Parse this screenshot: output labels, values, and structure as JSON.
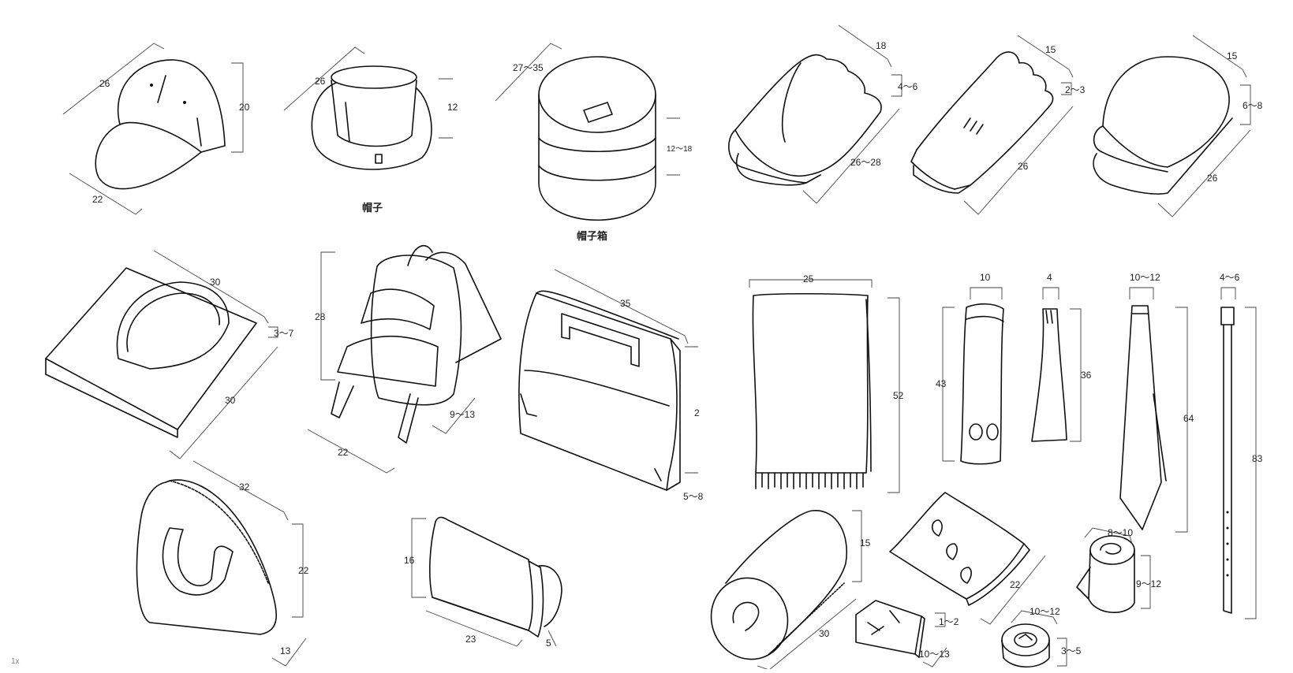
{
  "captions": {
    "hat": "帽子",
    "hatbox": "帽子箱"
  },
  "dims": {
    "cap_a": "26",
    "cap_b": "20",
    "cap_c": "22",
    "hat_a": "26",
    "hat_b": "12",
    "box_a": "27～35",
    "box_b": "12～18",
    "glove1_a": "18",
    "glove1_b": "4～6",
    "glove1_c": "26～28",
    "glove2_a": "15",
    "glove2_b": "2～3",
    "glove2_c": "26",
    "mitt_a": "15",
    "mitt_b": "6～8",
    "mitt_c": "26",
    "tote_a": "30",
    "tote_b": "3～7",
    "tote_c": "30",
    "pack_a": "28",
    "pack_b": "9～13",
    "pack_c": "22",
    "brief_a": "35",
    "brief_b": "2",
    "brief_c": "5～8",
    "scarf_a": "25",
    "scarf_b": "52",
    "scarf2_a": "10",
    "scarf2_b": "43",
    "narrow_a": "4",
    "narrow_b": "36",
    "tie_a": "10～12",
    "tie_b": "64",
    "belt_a": "4～6",
    "belt_b": "83",
    "zip_a": "32",
    "zip_b": "22",
    "zip_c": "13",
    "clutch_a": "16",
    "clutch_b": "23",
    "clutch_c": "5",
    "roll_a": "15",
    "roll_b": "30",
    "fold_a": "22",
    "hank_a": "1～2",
    "hank_b": "10～13",
    "tieroll_a": "8～10",
    "tieroll_b": "9～12",
    "beltroll_a": "10～12",
    "beltroll_b": "3～5"
  },
  "corner_mark": "1x",
  "icons": [
    "baseball-cap",
    "bucket-hat",
    "hat-box",
    "glove-pair",
    "long-glove-pair",
    "mitten-pair",
    "tote-bag",
    "backpack",
    "briefcase",
    "scarf",
    "knit-scarf",
    "narrow-scarf",
    "necktie",
    "belt",
    "zip-handbag",
    "clutch-bag",
    "rolled-scarf",
    "folded-scarf",
    "handkerchief",
    "rolled-tie",
    "rolled-belt"
  ]
}
